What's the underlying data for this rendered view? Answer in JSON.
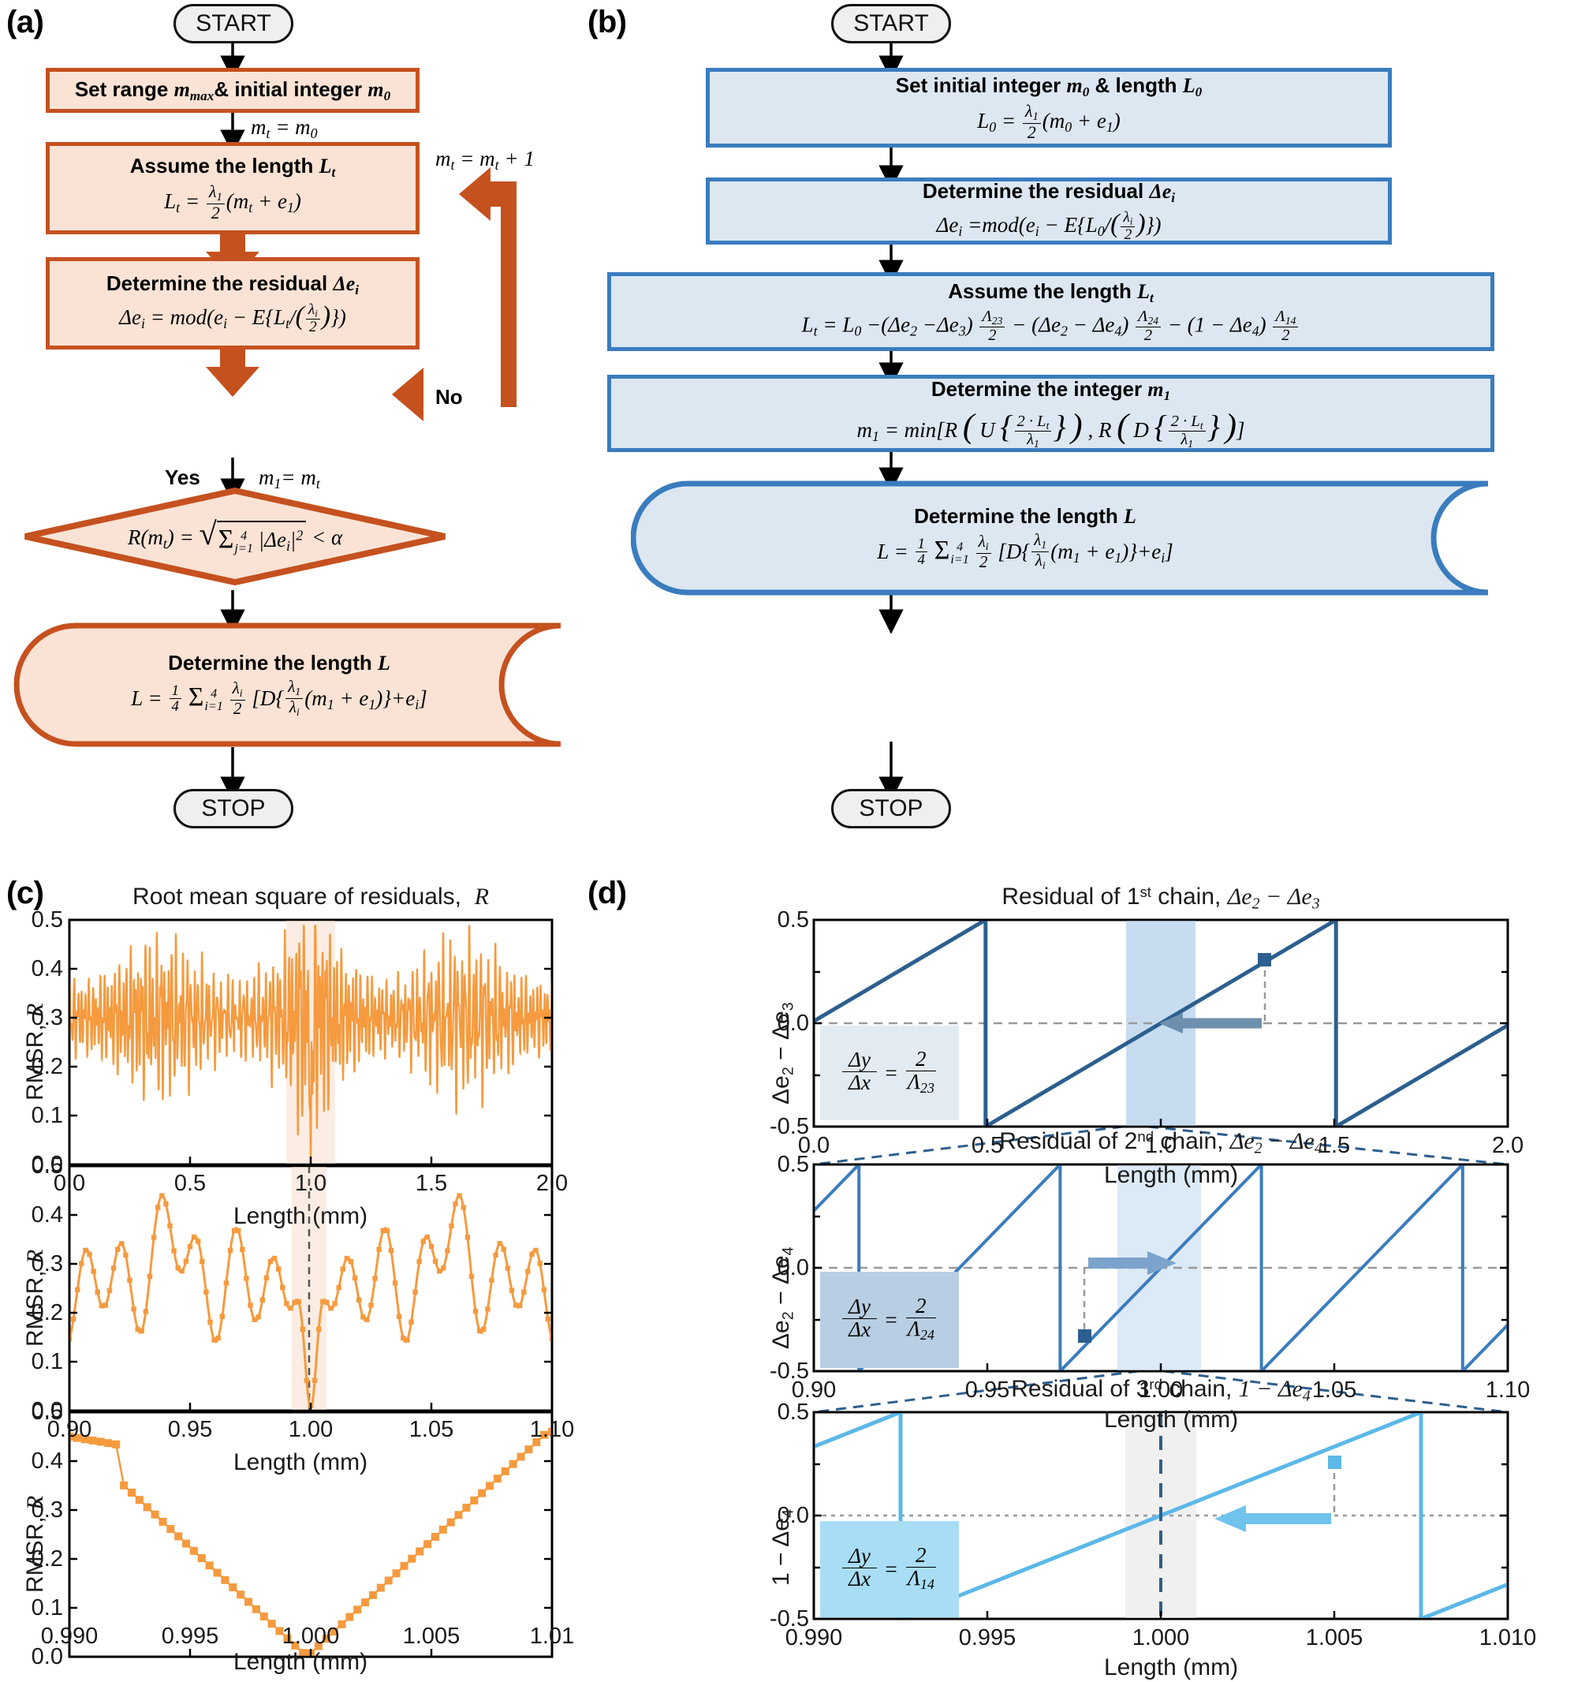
{
  "panels": {
    "a": "(a)",
    "b": "(b)",
    "c": "(c)",
    "d": "(d)"
  },
  "flow_a": {
    "start": "START",
    "stop": "STOP",
    "nodes": [
      {
        "title": "Set range m_max & initial integer m_0",
        "formula": ""
      },
      {
        "title": "Assume the length L_t",
        "formula": "L_t = (λ_1/2)(m_t + e_1)"
      },
      {
        "title": "Determine the residual Δe_i",
        "formula": "Δe_i = mod(e_i − E{L_t/(λ_i/2)})"
      },
      {
        "title": "",
        "formula": "R(m_t) = sqrt(Σ_{j=1}^{4} |Δe_i|^2) < α"
      },
      {
        "title": "Determine the length L",
        "formula": "L = (1/4) Σ_{i=1}^{4} (λ_i/2)[D{(λ_1/λ_i)(m_1 + e_1)}+e_i]"
      }
    ],
    "edges": {
      "init": "m_t = m_0",
      "loop": "m_t = m_t + 1",
      "no": "No",
      "yes": "Yes",
      "assign": "m_1 = m_t"
    }
  },
  "flow_b": {
    "start": "START",
    "stop": "STOP",
    "nodes": [
      {
        "title": "Set initial integer m_0 & length L_0",
        "formula": "L_0 = (λ_1/2)(m_0 + e_1)"
      },
      {
        "title": "Determine the residual Δe_i",
        "formula": "Δe_i = mod(e_i − E{L_0/(λ_i/2)})"
      },
      {
        "title": "Assume the length L_t",
        "formula": "L_t = L_0 −(Δe_2 −Δe_3)(Λ_23/2) − (Δe_2 − Δe_4)(Λ_24/2) − (1 − Δe_4)(Λ_14/2)"
      },
      {
        "title": "Determine the integer m_1",
        "formula": "m_1 = min[R(U{2·L_t/λ_1}), R(D{2·L_t/λ_1})]"
      },
      {
        "title": "Determine the length L",
        "formula": "L = (1/4) Σ_{i=1}^{4} (λ_i/2)[D{(λ_1/λ_i)(m_1 + e_1)}+e_i]"
      }
    ]
  },
  "colors": {
    "orange_line": "#F59A3E",
    "orange_border": "#C5511F",
    "orange_fill": "#FAE3D5",
    "blue_border": "#3A7CBE",
    "blue_fill": "#DCE7F2",
    "navy": "#2C5F8E",
    "mid_blue": "#3A7CBE",
    "light_blue": "#5BB8E8",
    "highlight_orange": "#FBEDE3",
    "highlight_blue": "#C8DCF0",
    "gray_dash": "#999999"
  },
  "chart_data": [
    {
      "id": "c1",
      "type": "line",
      "title": "Root mean square of residuals,  R",
      "xlabel": "Length (mm)",
      "ylabel": "RMSR, R",
      "xlim": [
        0.0,
        2.0
      ],
      "ylim": [
        0.0,
        0.5
      ],
      "xticks": [
        "0.0",
        "0.5",
        "1.0",
        "1.5",
        "2.0"
      ],
      "yticks": [
        "0.0",
        "0.1",
        "0.2",
        "0.3",
        "0.4",
        "0.5"
      ],
      "series_color": "#F59A3E",
      "description": "Dense oscillatory RMSR trace, mean ~0.30, envelope 0.02 to 0.48, deep global minimum at 1.00 mm reaching 0.0",
      "minimum_x": 1.0,
      "minimum_y": 0.0,
      "highlight_band": [
        0.9,
        1.1
      ],
      "grid": false
    },
    {
      "id": "c2",
      "type": "line",
      "title": "",
      "xlabel": "Length (mm)",
      "ylabel": "RMSR, R",
      "xlim": [
        0.9,
        1.1
      ],
      "ylim": [
        0.0,
        0.5
      ],
      "xticks": [
        "0.90",
        "0.95",
        "1.00",
        "1.05",
        "1.10"
      ],
      "yticks": [
        "0.0",
        "0.1",
        "0.2",
        "0.3",
        "0.4",
        "0.5"
      ],
      "series_color": "#F59A3E",
      "description": "Zoom of 0.90-1.10 mm showing quasi-periodic lobes, peaks ~0.45, minima ~0.03-0.15, global zero at 1.000 mm",
      "minimum_x": 1.0,
      "minimum_y": 0.0,
      "highlight_band": [
        0.988,
        1.012
      ],
      "marker": "square",
      "grid": false
    },
    {
      "id": "c3",
      "type": "line",
      "title": "",
      "xlabel": "Length (mm)",
      "ylabel": "RMSR, R",
      "xlim": [
        0.99,
        1.01
      ],
      "ylim": [
        0.0,
        0.5
      ],
      "xticks": [
        "0.990",
        "0.995",
        "1.000",
        "1.005",
        "1.01"
      ],
      "yticks": [
        "0.0",
        "0.1",
        "0.2",
        "0.3",
        "0.4",
        "0.5"
      ],
      "series_color": "#F59A3E",
      "description": "V-shaped minimum: descends from 0.45 at 0.990 to 0.00 at 0.9998 then rises to 0.44 at 1.010",
      "minimum_x": 0.9998,
      "minimum_y": 0.0,
      "marker": "square",
      "grid": false
    },
    {
      "id": "d1",
      "type": "line",
      "title": "Residual of 1st chain,  Δe2 − Δe3",
      "title_main": "Residual of 1",
      "title_sup": "st",
      "title_rest": " chain,  ",
      "title_math": "Δe₂ − Δe₃",
      "xlabel": "Length (mm)",
      "ylabel": "Δe2 − Δe3",
      "xlim": [
        0.0,
        2.0
      ],
      "ylim": [
        -0.5,
        0.5
      ],
      "xticks": [
        "0.0",
        "0.5",
        "1.0",
        "1.5",
        "2.0"
      ],
      "yticks": [
        "-0.5",
        "0.0",
        "0.5"
      ],
      "series_color": "#2C5F8E",
      "description": "Sawtooth, period ~1.0 mm, resets at x=0.48 and x=1.49, crosses zero at 1.00 mm",
      "sawtooth_resets": [
        0.48,
        1.49
      ],
      "zero_crossing": 1.0,
      "highlight_band": [
        0.9,
        1.1
      ],
      "marker_point": [
        1.3,
        0.31
      ],
      "slope_label": "Δy/Δx = 2/Λ23",
      "grid": false
    },
    {
      "id": "d2",
      "type": "line",
      "title": "Residual of 2nd chain,  Δe2 − Δe4",
      "title_main": "Residual of 2",
      "title_sup": "nd",
      "title_rest": " chain,  ",
      "title_math": "Δe₂ − Δe₄",
      "xlabel": "Length (mm)",
      "ylabel": "Δe2 − Δe4",
      "xlim": [
        0.9,
        1.1
      ],
      "ylim": [
        -0.5,
        0.5
      ],
      "xticks": [
        "0.90",
        "0.95",
        "1.00",
        "1.05",
        "1.10"
      ],
      "yticks": [
        "-0.5",
        "0.0",
        "0.5"
      ],
      "series_color": "#3A7CBE",
      "description": "Sawtooth, period ~0.058 mm, resets at 0.911, 0.969, 1.027, 1.085; zero crossing at 1.000 mm",
      "sawtooth_resets": [
        0.911,
        0.969,
        1.027,
        1.085
      ],
      "zero_crossing": 1.0,
      "highlight_band": [
        0.988,
        1.012
      ],
      "marker_point": [
        0.978,
        -0.33
      ],
      "slope_label": "Δy/Δx = 2/Λ24",
      "grid": false
    },
    {
      "id": "d3",
      "type": "line",
      "title": "Residual of 3rd chain, 1 − Δe4",
      "title_main": "Residual of 3",
      "title_sup": "rd",
      "title_rest": " chain, ",
      "title_math": "1 − Δe₄",
      "xlabel": "Length (mm)",
      "ylabel": "1 − Δe4",
      "xlim": [
        0.99,
        1.01
      ],
      "ylim": [
        -0.5,
        0.5
      ],
      "xticks": [
        "0.990",
        "0.995",
        "1.000",
        "1.005",
        "1.010"
      ],
      "yticks": [
        "-0.5",
        "0.0",
        "0.5"
      ],
      "series_color": "#5BB8E8",
      "description": "Sawtooth, period ~0.015 mm, resets at 0.9921 and 1.0071; zero crossing at 1.000 mm",
      "sawtooth_resets": [
        0.9921,
        1.0071
      ],
      "zero_crossing": 1.0,
      "highlight_band": [
        0.9988,
        1.0012
      ],
      "marker_point": [
        1.005,
        0.37
      ],
      "slope_label": "Δy/Δx = 2/Λ14",
      "grid": false
    }
  ],
  "slope_boxes": {
    "d1": {
      "dy": "Δy",
      "dx": "Δx",
      "eq": "=",
      "num": "2",
      "den": "Λ23"
    },
    "d2": {
      "dy": "Δy",
      "dx": "Δx",
      "eq": "=",
      "num": "2",
      "den": "Λ24"
    },
    "d3": {
      "dy": "Δy",
      "dx": "Δx",
      "eq": "=",
      "num": "2",
      "den": "Λ14"
    }
  }
}
